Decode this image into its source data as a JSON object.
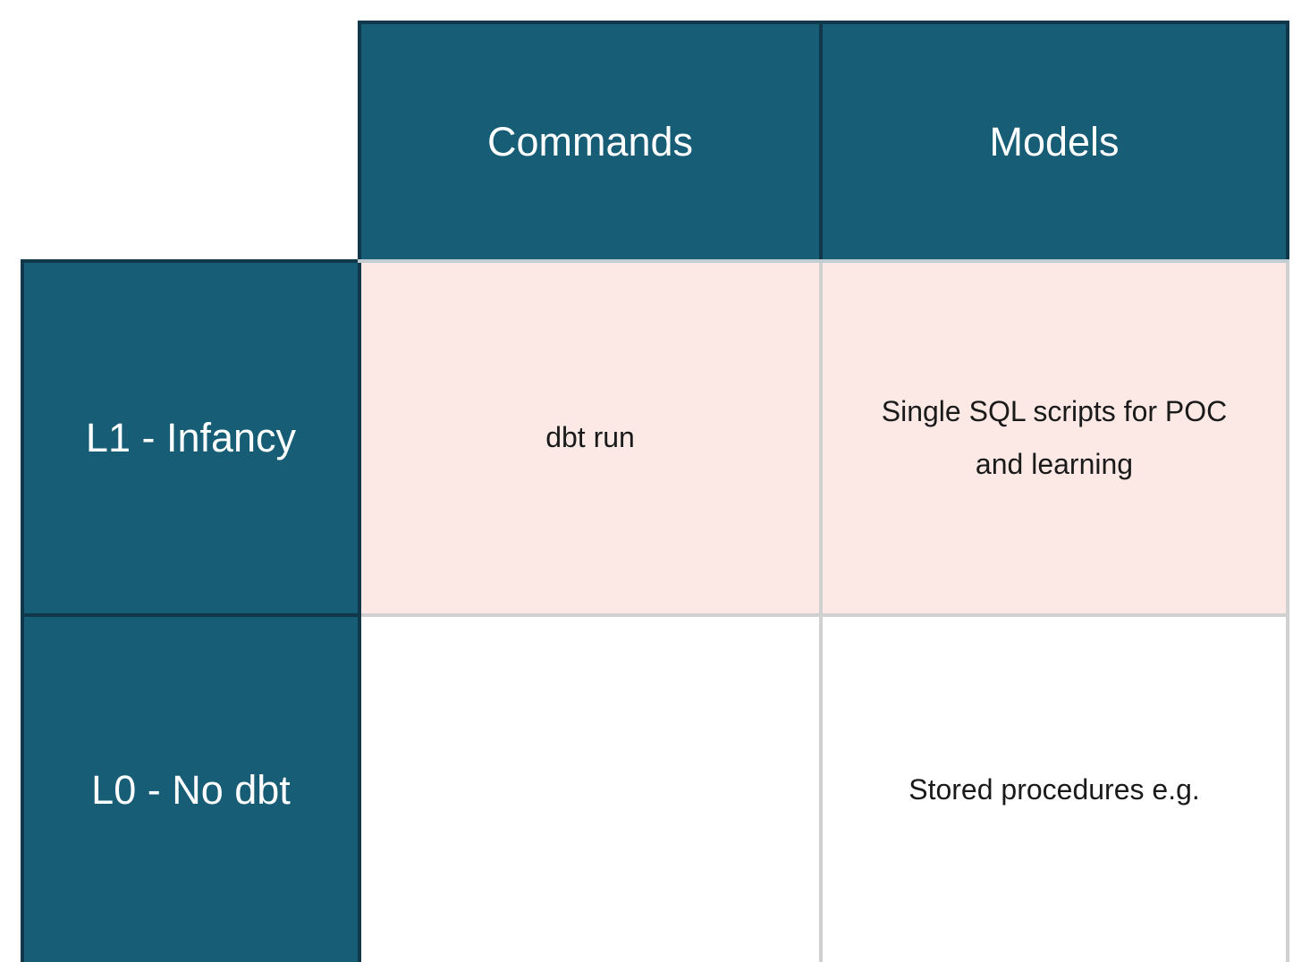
{
  "matrix": {
    "corner_label": "",
    "column_headers": [
      "Commands",
      "Models"
    ],
    "rows": [
      {
        "level": "L1 - Infancy",
        "commands": "dbt run",
        "models": "Single SQL scripts for POC and learning",
        "highlighted": true
      },
      {
        "level": "L0 - No dbt",
        "commands": "",
        "models": "Stored procedures e.g.",
        "highlighted": false
      }
    ],
    "colors": {
      "header_fill": "#175d76",
      "header_border": "#11384a",
      "header_text": "#ffffff",
      "highlight_fill": "#fce9e6",
      "plain_fill": "#ffffff",
      "grid_border": "#d0d0d0",
      "cell_text": "#1a1a1a"
    }
  }
}
